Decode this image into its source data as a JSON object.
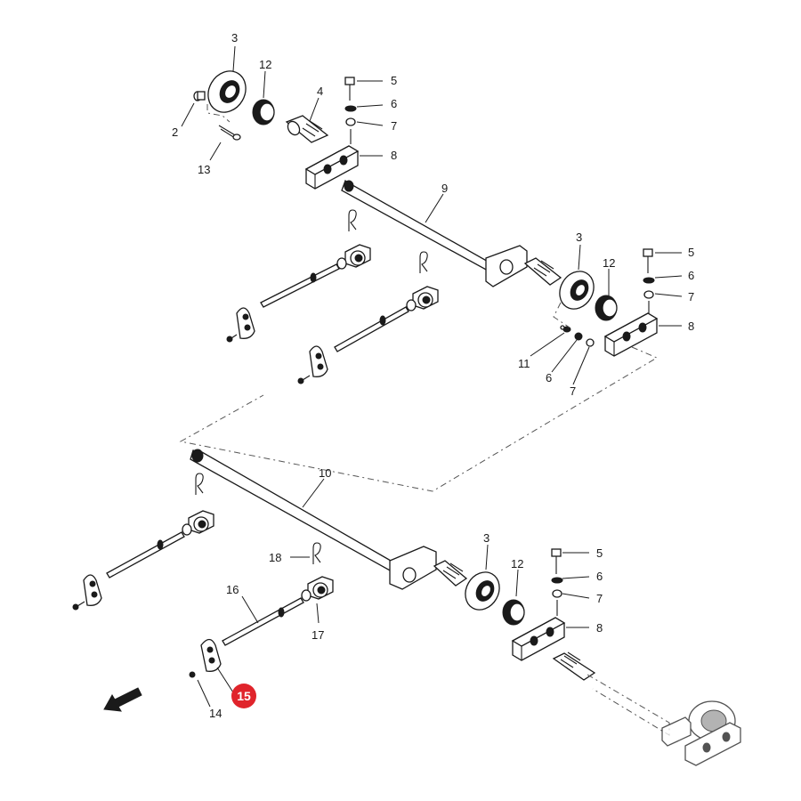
{
  "labels": {
    "l1": "3",
    "l2": "12",
    "l3": "4",
    "l4": "5",
    "l5": "6",
    "l6": "7",
    "l7": "2",
    "l8": "13",
    "l9": "8",
    "l10": "9",
    "l11": "3",
    "l12": "5",
    "l13": "12",
    "l14": "6",
    "l15": "7",
    "l16": "8",
    "l17": "11",
    "l18": "6",
    "l19": "7",
    "l20": "10",
    "l21": "3",
    "l22": "5",
    "l23": "12",
    "l24": "6",
    "l25": "7",
    "l26": "8",
    "l27": "18",
    "l28": "16",
    "l29": "17",
    "l30": "14"
  },
  "highlight": {
    "label": "15",
    "color": "#e0242b"
  },
  "icons": {
    "direction": "direction-arrow-icon"
  }
}
